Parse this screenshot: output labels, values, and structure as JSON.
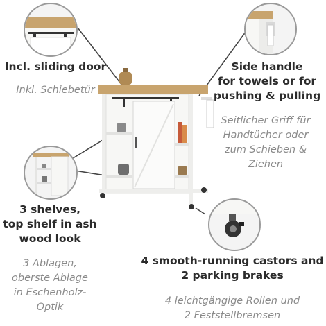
{
  "features": {
    "sliding_door": {
      "en": "Incl. sliding door",
      "de": "Inkl. Schiebetür"
    },
    "side_handle": {
      "en": [
        "Side handle",
        "for towels or for",
        "pushing & pulling"
      ],
      "de": [
        "Seitlicher Griff für",
        "Handtücher oder",
        "zum Schieben &",
        "Ziehen"
      ]
    },
    "shelves": {
      "en": [
        "3 shelves,",
        "top shelf in ash",
        "wood look"
      ],
      "de": [
        "3 Ablagen,",
        "oberste Ablage",
        "in Eschenholz-",
        "Optik"
      ]
    },
    "castors": {
      "en": [
        "4 smooth-running castors and",
        "2 parking brakes"
      ],
      "de": [
        "4 leichtgängige Rollen und",
        "2 Feststellbremsen"
      ]
    }
  },
  "colors": {
    "cabinet_white": "#f7f7f5",
    "wood_top": "#c8a46e",
    "text_dark": "#2b2b2b",
    "text_grey": "#8a8a8a",
    "callout_line": "#444444"
  }
}
